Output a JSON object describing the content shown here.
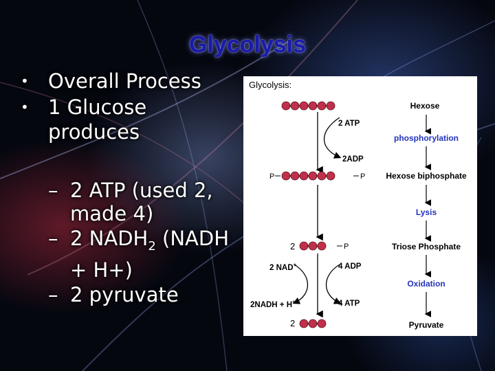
{
  "slide": {
    "title": "Glycolysis",
    "bullets": [
      {
        "text": "Overall Process"
      },
      {
        "text": "1 Glucose produces"
      }
    ],
    "sub_bullets": [
      {
        "text": "2 ATP (used 2, made 4)"
      },
      {
        "text": "2 NADH",
        "sub": "2",
        "after": " (NADH + H+)"
      },
      {
        "text": "2 pyruvate"
      }
    ]
  },
  "diagram": {
    "heading": "Glycolysis:",
    "right_column": {
      "hexose": "Hexose",
      "phosphorylation": "phosphorylation",
      "hexose_biphosphate": "Hexose biphosphate",
      "lysis": "Lysis",
      "triose_phosphate": "Triose Phosphate",
      "oxidation": "Oxidation",
      "pyruvate": "Pyruvate"
    },
    "left_column": {
      "atp_in": "2 ATP",
      "adp_out": "2ADP",
      "p_left": "P",
      "p_right": "P",
      "triose_count": "2",
      "triose_p": "P",
      "nad": "2 NAD",
      "nad_sup": "+",
      "adp_in": "4 ADP",
      "nadh": "2NADH + H",
      "nadh_sup": "+",
      "atp_out": "4 ATP",
      "pyruvate_count": "2"
    },
    "colors": {
      "carbon": "#c0304a",
      "accent_text": "#2233bb"
    }
  }
}
